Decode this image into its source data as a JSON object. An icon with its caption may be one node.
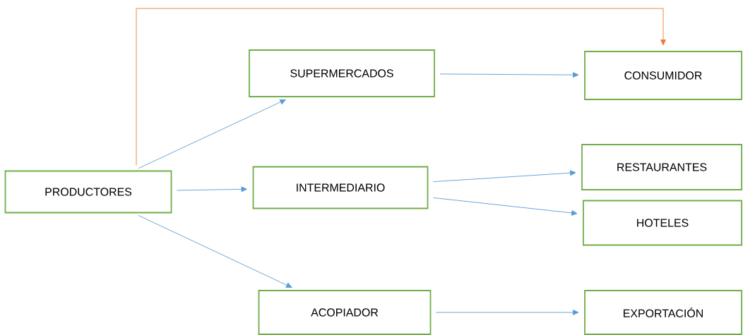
{
  "diagram": {
    "nodes": [
      {
        "text": [
          "PRODUCTORES"
        ]
      },
      {
        "text": [
          "SUPERMERCADOS"
        ]
      },
      {
        "text": [
          "INTERMEDIARIO"
        ]
      },
      {
        "text": [
          "ACOPIADOR"
        ]
      },
      {
        "text": [
          "CONSUMIDOR"
        ]
      },
      {
        "text": [
          "RESTAURANTES"
        ]
      },
      {
        "text": [
          "HOTELES"
        ]
      },
      {
        "text": [
          "EXPORTACIÓN"
        ]
      }
    ],
    "edges": [
      {
        "from": 0,
        "to": 1,
        "arrow": "to"
      },
      {
        "from": 0,
        "to": 4,
        "arrow": "to",
        "color": "#ed7d31"
      },
      {
        "from": 1,
        "to": 4,
        "arrow": "to"
      },
      {
        "from": 0,
        "to": 2,
        "arrow": "to"
      },
      {
        "from": 2,
        "to": 5,
        "arrow": "to"
      },
      {
        "from": 2,
        "to": 6,
        "arrow": "to"
      },
      {
        "from": 0,
        "to": 3,
        "arrow": "to"
      },
      {
        "from": 3,
        "to": 7,
        "arrow": "to"
      }
    ]
  }
}
